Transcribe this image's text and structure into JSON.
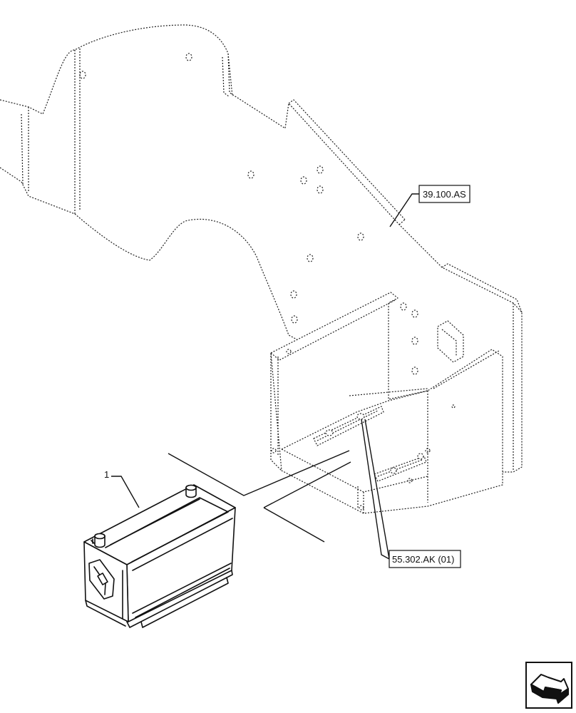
{
  "callouts": {
    "frame_ref": "39.100.AS",
    "hardware_ref": "55.302.AK (01)",
    "battery_item": "1"
  },
  "navigation": {
    "icon": "next-page-arrow-icon"
  },
  "colors": {
    "line": "#111111",
    "background": "#ffffff"
  }
}
